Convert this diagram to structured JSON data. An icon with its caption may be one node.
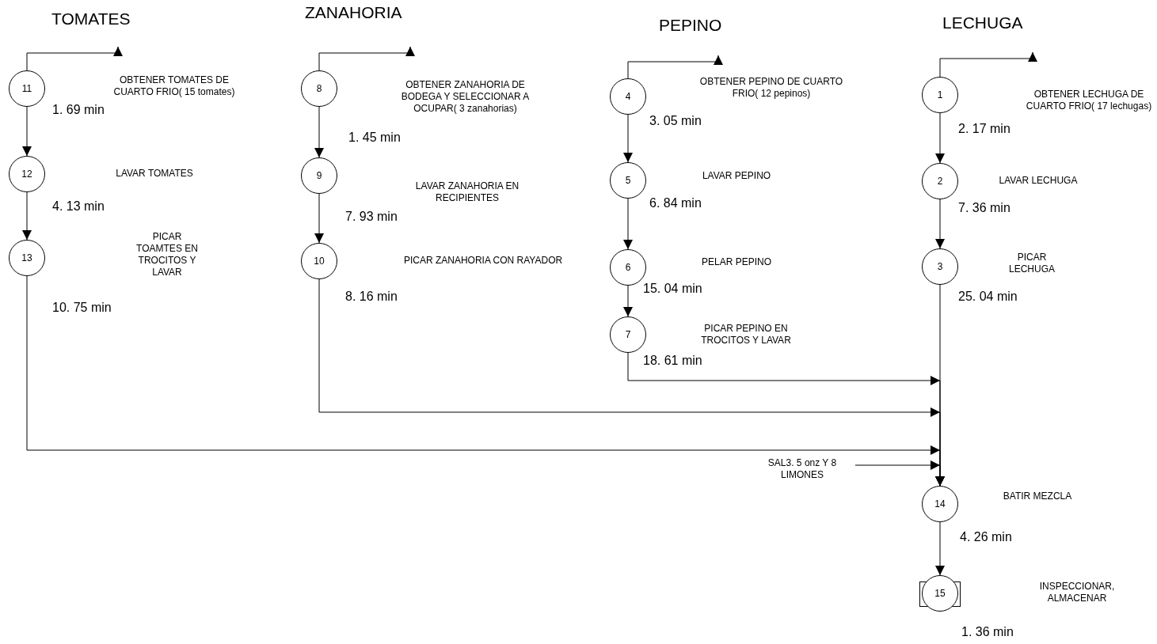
{
  "diagram": {
    "nodes": [
      {
        "text": [
          "11"
        ],
        "beside": [
          "OBTENER TOMATES DE CUARTO FRIO( 15 tomates)",
          "1. 69 min"
        ]
      },
      {
        "text": [
          "12"
        ],
        "beside": [
          "LAVAR TOMATES",
          "4. 13 min"
        ]
      },
      {
        "text": [
          "13"
        ],
        "beside": [
          "PICAR TOAMTES EN TROCITOS Y LAVAR",
          "10. 75 min"
        ]
      },
      {
        "text": [
          "8"
        ],
        "beside": [
          "OBTENER ZANAHORIA DE BODEGA Y SELECCIONAR A OCUPAR( 3 zanahorias)",
          "1. 45 min"
        ]
      },
      {
        "text": [
          "9"
        ],
        "beside": [
          "LAVAR ZANAHORIA EN RECIPIENTES",
          "7. 93 min"
        ]
      },
      {
        "text": [
          "10"
        ],
        "beside": [
          "PICAR ZANAHORIA CON RAYADOR",
          "8. 16 min"
        ]
      },
      {
        "text": [
          "4"
        ],
        "beside": [
          "OBTENER PEPINO DE CUARTO FRIO( 12 pepinos)",
          "3. 05 min"
        ]
      },
      {
        "text": [
          "5"
        ],
        "beside": [
          "LAVAR PEPINO",
          "6. 84 min"
        ]
      },
      {
        "text": [
          "6"
        ],
        "beside": [
          "PELAR PEPINO",
          "15. 04 min"
        ]
      },
      {
        "text": [
          "7"
        ],
        "beside": [
          "PICAR PEPINO EN TROCITOS Y LAVAR",
          "18. 61 min"
        ]
      },
      {
        "text": [
          "1"
        ],
        "beside": [
          "OBTENER LECHUGA DE CUARTO FRIO( 17 lechugas)",
          "2. 17 min"
        ]
      },
      {
        "text": [
          "2"
        ],
        "beside": [
          "LAVAR LECHUGA",
          "7. 36 min"
        ]
      },
      {
        "text": [
          "3"
        ],
        "beside": [
          "PICAR LECHUGA",
          "25. 04 min"
        ]
      },
      {
        "text": [
          "SAL3. 5 onz Y 8 LIMONES"
        ]
      },
      {
        "text": [
          "14"
        ],
        "beside": [
          "BATIR MEZCLA",
          "4. 26 min"
        ]
      },
      {
        "text": [
          "15"
        ],
        "beside": [
          "INSPECCIONAR, ALMACENAR",
          "1. 36 min"
        ]
      }
    ],
    "edges": [
      {
        "from": 0,
        "to": null,
        "arrow": "to"
      },
      {
        "from": 0,
        "to": 1,
        "arrow": "to"
      },
      {
        "from": 1,
        "to": 2,
        "arrow": "to"
      },
      {
        "from": 2,
        "to": 14,
        "arrow": "to"
      },
      {
        "from": 3,
        "to": null,
        "arrow": "to"
      },
      {
        "from": 3,
        "to": 4,
        "arrow": "to"
      },
      {
        "from": 4,
        "to": 5,
        "arrow": "to"
      },
      {
        "from": 5,
        "to": 14,
        "arrow": "to"
      },
      {
        "from": 6,
        "to": null,
        "arrow": "to"
      },
      {
        "from": 6,
        "to": 7,
        "arrow": "to"
      },
      {
        "from": 7,
        "to": 8,
        "arrow": "to"
      },
      {
        "from": 8,
        "to": 9,
        "arrow": "to"
      },
      {
        "from": 9,
        "to": 14,
        "arrow": "to"
      },
      {
        "from": 10,
        "to": null,
        "arrow": "to"
      },
      {
        "from": 10,
        "to": 11,
        "arrow": "to"
      },
      {
        "from": 11,
        "to": 12,
        "arrow": "to"
      },
      {
        "from": 12,
        "to": 14,
        "arrow": "to"
      },
      {
        "from": 13,
        "to": 14,
        "arrow": "to"
      },
      {
        "from": 14,
        "to": 15,
        "arrow": "to"
      }
    ],
    "labels": [
      "TOMATES",
      "ZANAHORIA",
      "PEPINO",
      "LECHUGA"
    ]
  }
}
